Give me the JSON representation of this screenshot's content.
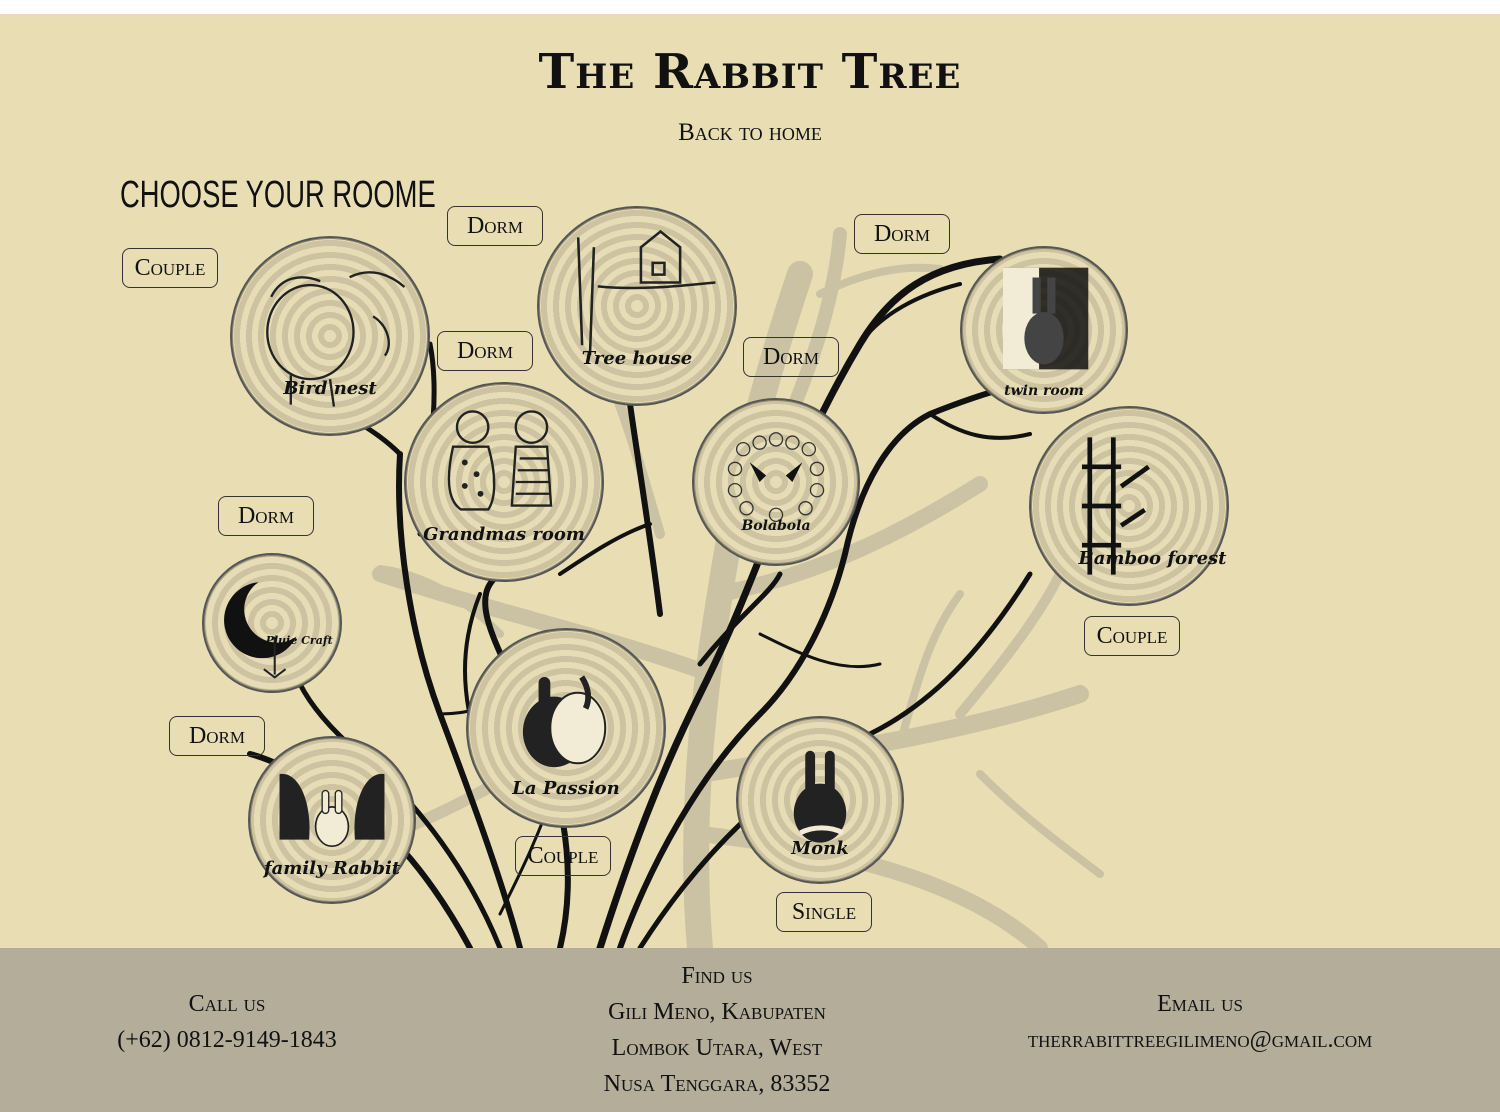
{
  "header": {
    "title": "The Rabbit Tree",
    "home_link": "Back to home"
  },
  "section": {
    "heading": "CHOOSE YOUR ROOME"
  },
  "rooms": [
    {
      "label": "Bird nest",
      "tag": "Couple"
    },
    {
      "label": "Tree house",
      "tag": "Dorm"
    },
    {
      "label": "twin room",
      "tag": "Dorm"
    },
    {
      "label": "Grandmas room",
      "tag": "Dorm"
    },
    {
      "label": "Bolabola",
      "tag": "Dorm"
    },
    {
      "label": "Bamboo forest",
      "tag": "Couple"
    },
    {
      "label": "Pluie Craft",
      "tag": "Dorm"
    },
    {
      "label": "La Passion",
      "tag": "Couple"
    },
    {
      "label": "Monk",
      "tag": "Single"
    },
    {
      "label": "family Rabbit",
      "tag": "Dorm"
    }
  ],
  "footer": {
    "call": {
      "heading": "Call us",
      "value": "(+62) 0812-9149-1843"
    },
    "find": {
      "heading": "Find us",
      "line1": "Gili Meno, Kabupaten",
      "line2": "Lombok Utara, West",
      "line3": "Nusa Tenggara, 83352"
    },
    "email": {
      "heading": "Email us",
      "value": "therrabittreegilimeno@gmail.com"
    }
  },
  "colors": {
    "background": "#e9deb3",
    "footer": "#b3ad9a",
    "tree_shadow": "#c9c1a2",
    "tree": "#111111"
  },
  "icons": [
    "tree-branches-illustration",
    "rabbit-icon",
    "house-icon",
    "moon-icon",
    "bamboo-icon"
  ]
}
